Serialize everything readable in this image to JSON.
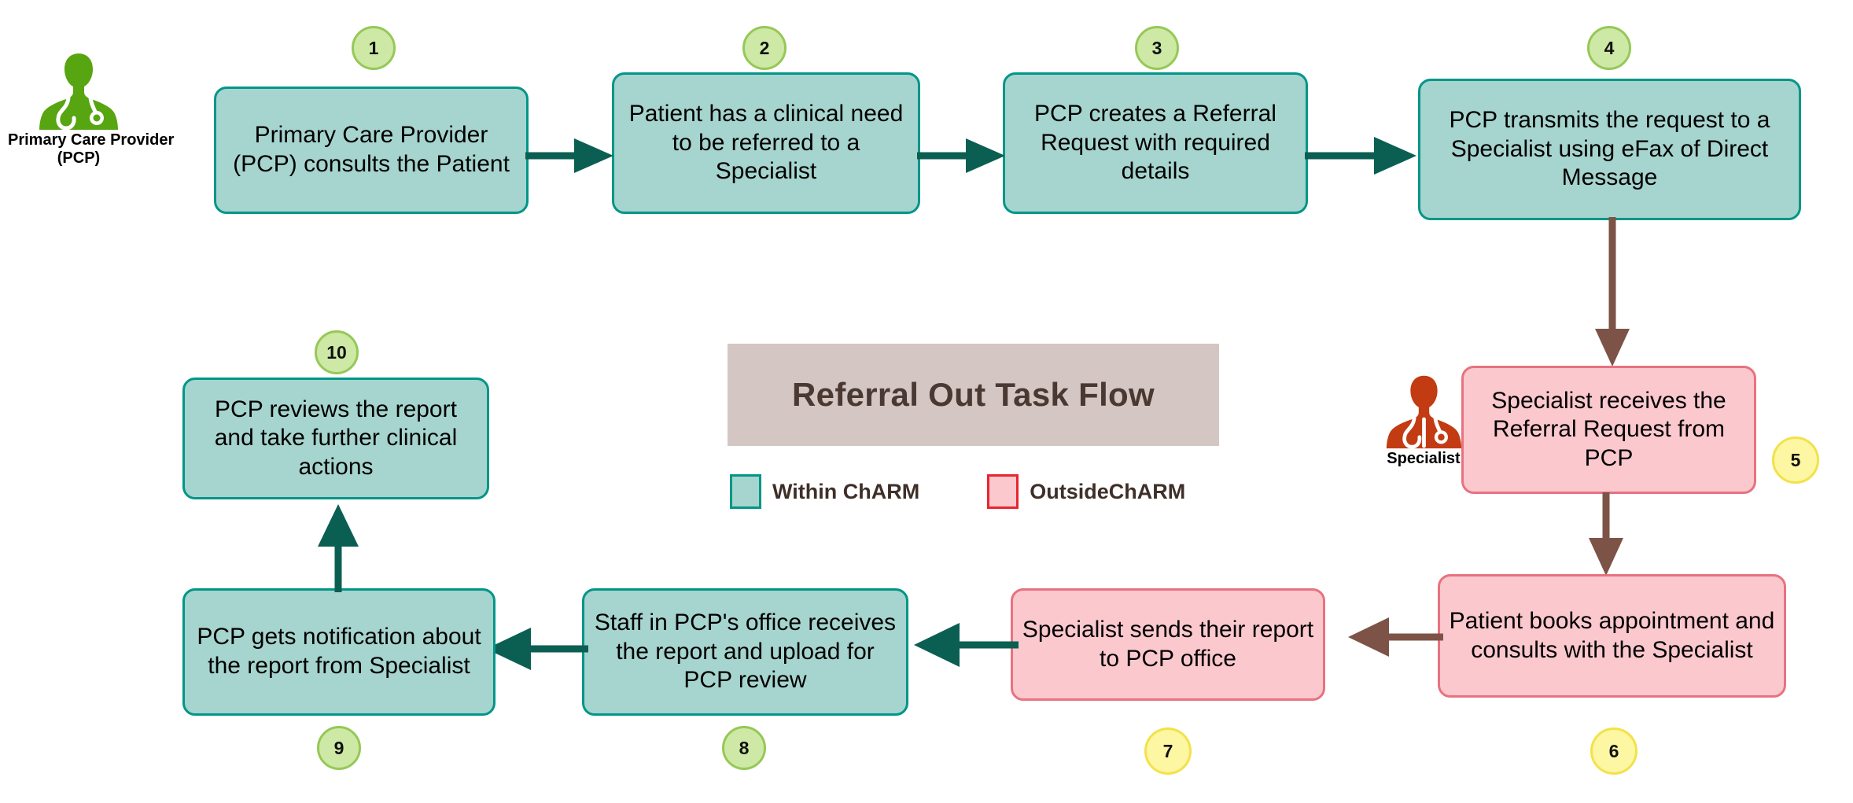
{
  "title": "Referral Out Task Flow",
  "colors": {
    "within_fill": "#a6d4ce",
    "within_border": "#009688",
    "outside_fill": "#fbc8ce",
    "outside_border": "#e8727f",
    "badge_green_fill": "#cde9a5",
    "badge_green_border": "#96c857",
    "badge_yellow_fill": "#fdf6a2",
    "badge_yellow_border": "#f2e24a",
    "arrow_teal": "#0b5f52",
    "arrow_brown": "#7d5347",
    "title_band": "#d4c6c2",
    "title_text": "#4a3933",
    "pcp_icon": "#56a511",
    "specialist_icon": "#c23b13"
  },
  "actors": [
    {
      "id": "pcp",
      "label_line1": "Primary Care Provider",
      "label_line2": "(PCP)",
      "icon": "doctor-icon"
    },
    {
      "id": "specialist",
      "label_line1": "Specialist",
      "label_line2": "",
      "icon": "doctor-icon"
    }
  ],
  "legend": {
    "items": [
      {
        "label": "Within ChARM",
        "type": "within"
      },
      {
        "label": "OutsideChARM",
        "type": "outside"
      }
    ]
  },
  "nodes": [
    {
      "step": "1",
      "text": "Primary Care Provider (PCP) consults the Patient",
      "type": "within"
    },
    {
      "step": "2",
      "text": "Patient has a clinical need to be referred to a Specialist",
      "type": "within"
    },
    {
      "step": "3",
      "text": "PCP creates a Referral Request with required details",
      "type": "within"
    },
    {
      "step": "4",
      "text": "PCP transmits the request to a Specialist using eFax of Direct Message",
      "type": "within"
    },
    {
      "step": "5",
      "text": "Specialist receives the Referral Request from PCP",
      "type": "outside"
    },
    {
      "step": "6",
      "text": "Patient books appointment and consults with the Specialist",
      "type": "outside"
    },
    {
      "step": "7",
      "text": "Specialist sends their report to PCP office",
      "type": "outside"
    },
    {
      "step": "8",
      "text": "Staff in PCP's office receives the report and upload for PCP review",
      "type": "within"
    },
    {
      "step": "9",
      "text": "PCP gets notification about the report from Specialist",
      "type": "within"
    },
    {
      "step": "10",
      "text": "PCP reviews the report and take further clinical actions",
      "type": "within"
    }
  ]
}
